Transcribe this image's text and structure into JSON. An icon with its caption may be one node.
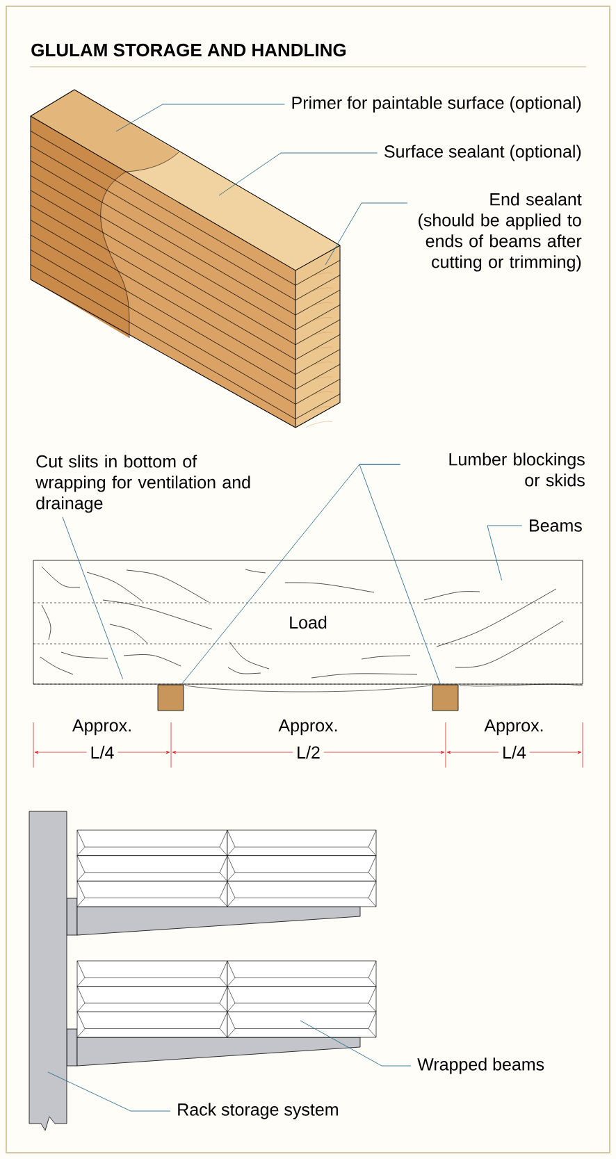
{
  "diagram": {
    "title": "GLULAM STORAGE AND HANDLING",
    "nodes": [
      {
        "text": [
          "Primer for paintable surface (optional)"
        ]
      },
      {
        "text": [
          "Surface sealant (optional)"
        ]
      },
      {
        "text": [
          "End sealant",
          "(should be applied to ends of beams after cutting or trimming)"
        ]
      },
      {
        "text": [
          "Cut slits in bottom of wrapping for ventilation and drainage"
        ]
      },
      {
        "text": [
          "Lumber blockings or skids"
        ]
      },
      {
        "text": [
          "Beams"
        ]
      },
      {
        "text": [
          "Load"
        ]
      },
      {
        "text": [],
        "shape": "box"
      },
      {
        "text": [],
        "shape": "box"
      },
      {
        "text": [
          "Wrapped beams"
        ]
      },
      {
        "text": [
          "Rack storage system"
        ]
      },
      {
        "text": [],
        "shape": "picture"
      },
      {
        "text": [],
        "shape": "picture"
      },
      {
        "text": [],
        "shape": "bar"
      }
    ],
    "edges": [
      {
        "from": 0,
        "to": 11,
        "arrow": "none"
      },
      {
        "from": 1,
        "to": 11,
        "arrow": "none"
      },
      {
        "from": 2,
        "to": 11,
        "arrow": "none"
      },
      {
        "from": 3,
        "to": 6,
        "arrow": "none"
      },
      {
        "from": 4,
        "to": 7,
        "arrow": "none"
      },
      {
        "from": 4,
        "to": 8,
        "arrow": "none"
      },
      {
        "from": 5,
        "to": 6,
        "arrow": "none"
      },
      {
        "from": 9,
        "to": 12,
        "arrow": "none"
      },
      {
        "from": 10,
        "to": 13,
        "arrow": "none"
      }
    ],
    "labels": [
      "Approx.",
      "L/4",
      "Approx.",
      "L/2",
      "Approx.",
      "L/4"
    ]
  }
}
